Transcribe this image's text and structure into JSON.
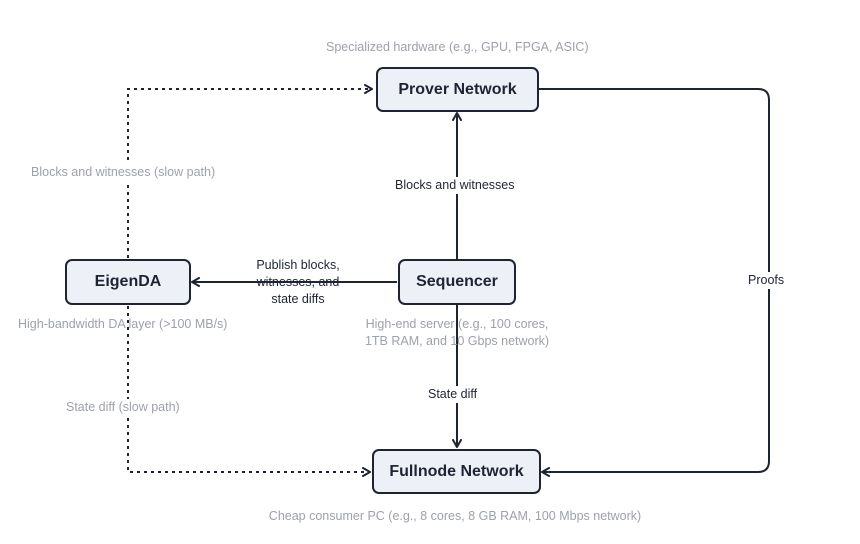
{
  "nodes": {
    "prover": "Prover Network",
    "sequencer": "Sequencer",
    "eigenda": "EigenDA",
    "fullnode": "Fullnode Network"
  },
  "annotations": {
    "prover_hardware": "Specialized hardware (e.g., GPU, FPGA, ASIC)",
    "sequencer_hardware_line1": "High-end server (e.g., 100 cores,",
    "sequencer_hardware_line2": "1TB RAM, and 10 Gbps network)",
    "eigenda_desc": "High-bandwidth DA layer (>100 MB/s)",
    "fullnode_hardware": "Cheap consumer PC (e.g., 8 cores, 8 GB RAM, 100 Mbps network)"
  },
  "edges": {
    "blocks_witnesses": "Blocks and witnesses",
    "publish_line1": "Publish blocks,",
    "publish_line2": "witnesses, and",
    "publish_line3": "state diffs",
    "state_diff": "State diff",
    "proofs": "Proofs",
    "slow_blocks": "Blocks and witnesses (slow path)",
    "slow_state": "State diff (slow path)"
  },
  "colors": {
    "node_fill": "#eef0f8",
    "stroke": "#1f2433",
    "muted_text": "#9da1aa"
  }
}
